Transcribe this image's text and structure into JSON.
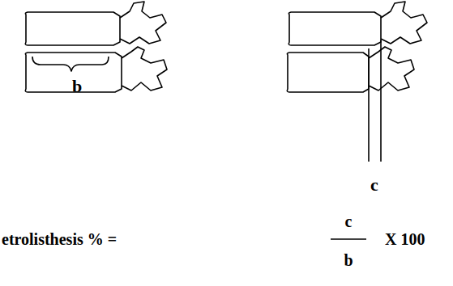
{
  "diagram": {
    "labels": [
      "b",
      "c",
      "etrolisthesis % =",
      "c",
      "b",
      "X 100"
    ]
  }
}
